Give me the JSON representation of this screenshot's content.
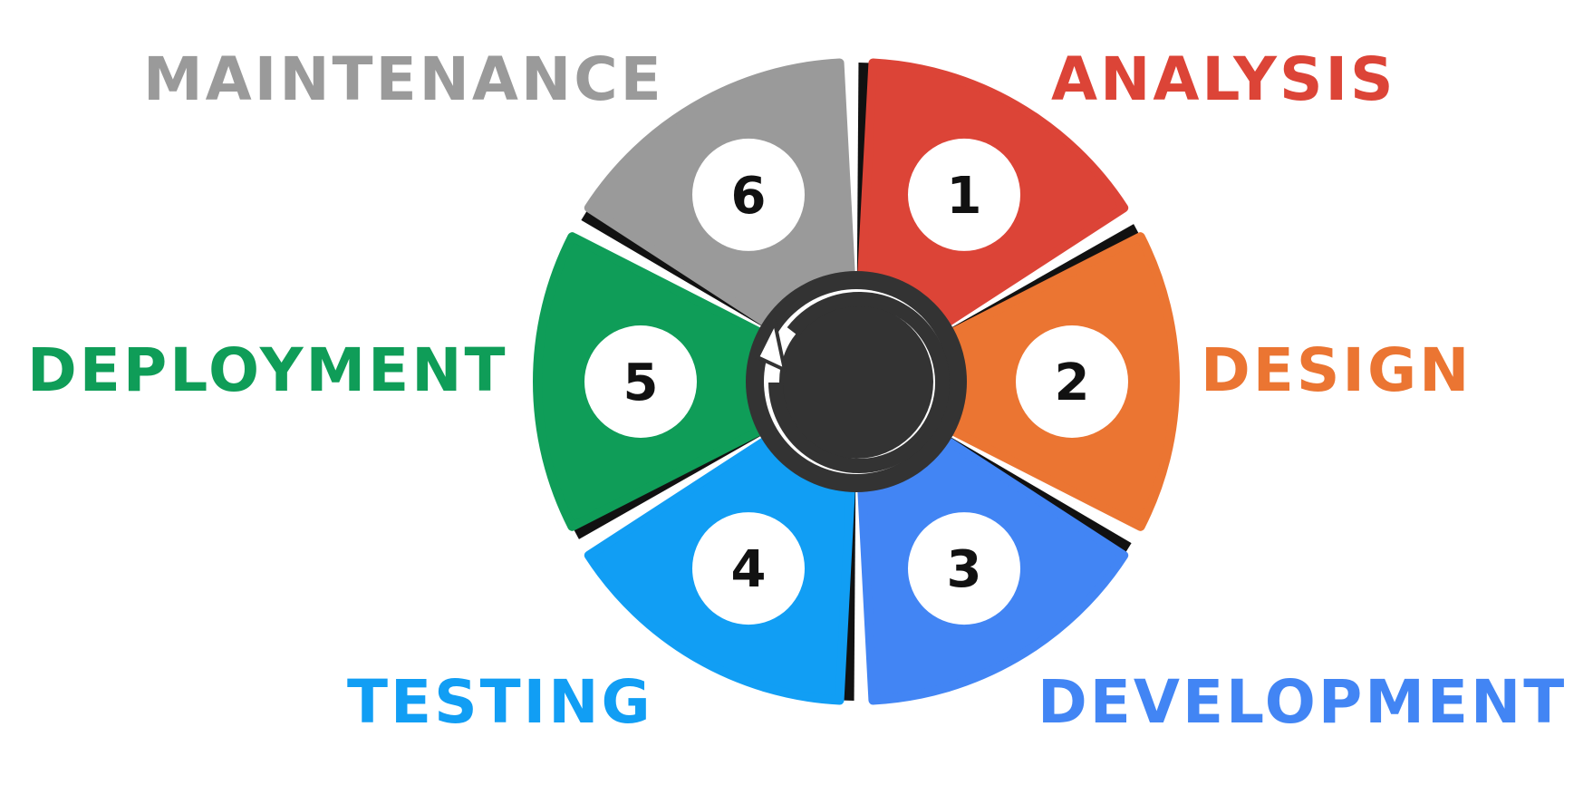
{
  "stages": [
    {
      "number": "1",
      "label": "ANALYSIS",
      "color": "#DC4437"
    },
    {
      "number": "2",
      "label": "DESIGN",
      "color": "#EB7532"
    },
    {
      "number": "3",
      "label": "DEVELOPMENT",
      "color": "#4285F4"
    },
    {
      "number": "4",
      "label": "TESTING",
      "color": "#119EF4"
    },
    {
      "number": "5",
      "label": "DEPLOYMENT",
      "color": "#0F9D58"
    },
    {
      "number": "6",
      "label": "MAINTENANCE",
      "color": "#9A9A9A"
    }
  ],
  "hub": {
    "color": "#333333",
    "icon": "cycle-arrow-icon"
  }
}
